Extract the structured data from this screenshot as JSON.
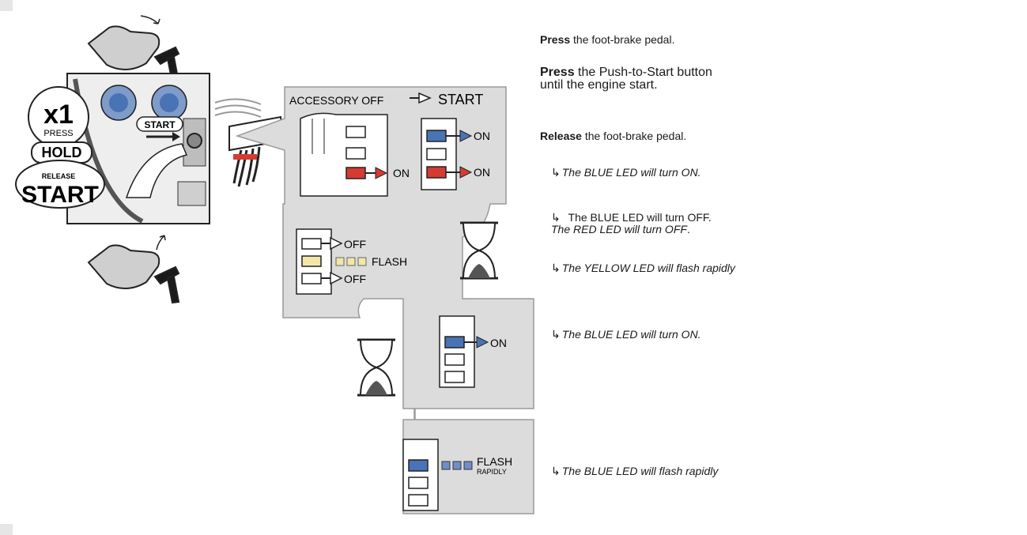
{
  "diagram": {
    "press_badge": {
      "count": "x1",
      "press": "PRESS",
      "hold": "HOLD",
      "release": "RELEASE",
      "start": "START"
    },
    "dashboard_button_label": "START",
    "panel1": {
      "title_left": "ACCESSORY OFF",
      "title_right": "START",
      "row1_state": "ON",
      "row3_state_left": "ON",
      "row3_state_right": "ON"
    },
    "panel2": {
      "row1_state": "OFF",
      "row2_state": "FLASH",
      "row3_state": "OFF"
    },
    "panel3": {
      "row1_state": "ON"
    },
    "panel4": {
      "flash_label": "FLASH",
      "flash_sub": "RAPIDLY"
    },
    "led_colors": {
      "blue": "#4a73b5",
      "red": "#d63b32",
      "yellow": "#f2e7a6",
      "panel_gray": "#dcdcdc"
    }
  },
  "instructions": [
    {
      "bold": "Press",
      "text": " the foot-brake pedal."
    },
    {
      "bold": "Press",
      "text": " the Push-to-Start button until the engine start."
    },
    {
      "bold": "Release",
      "text": " the foot-brake pedal."
    }
  ],
  "results": [
    {
      "arrow": "↳",
      "text": "The BLUE LED will turn ON."
    },
    {
      "arrow": "↳",
      "text": "The BLUE LED will turn OFF.",
      "text2": "The RED LED will turn OFF",
      "text2_end": "."
    },
    {
      "arrow": "↳",
      "text": "The YELLOW LED will flash rapidly"
    },
    {
      "arrow": "↳",
      "text": "The BLUE LED will turn ON."
    },
    {
      "arrow": "↳",
      "text": "The BLUE LED will flash rapidly"
    }
  ]
}
